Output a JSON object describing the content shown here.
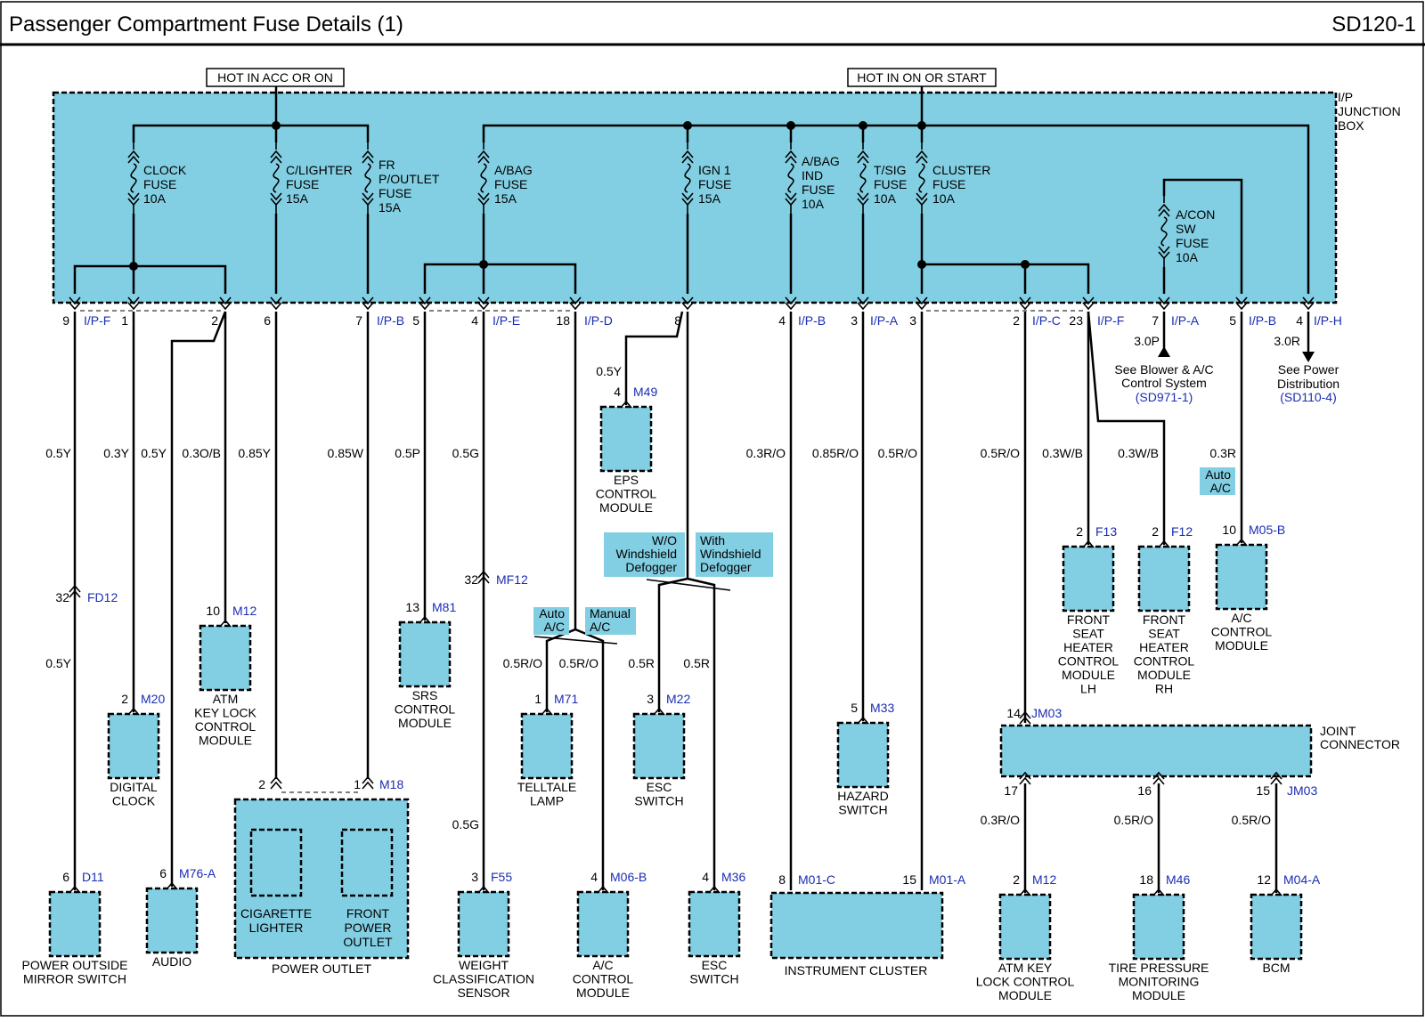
{
  "title": "Passenger Compartment Fuse Details (1)",
  "code": "SD120-1",
  "hot_labels": {
    "acc_on": "HOT IN ACC OR ON",
    "on_start": "HOT IN ON OR START"
  },
  "junction_box": [
    "I/P",
    "JUNCTION",
    "BOX"
  ],
  "joint_connector": [
    "JOINT",
    "CONNECTOR"
  ],
  "fuses": [
    {
      "id": "clock",
      "lines": [
        "CLOCK",
        "FUSE",
        "10A"
      ]
    },
    {
      "id": "clighter",
      "lines": [
        "C/LIGHTER",
        "FUSE",
        "15A"
      ]
    },
    {
      "id": "frpoutlet",
      "lines": [
        "FR",
        "P/OUTLET",
        "FUSE",
        "15A"
      ]
    },
    {
      "id": "abag",
      "lines": [
        "A/BAG",
        "FUSE",
        "15A"
      ]
    },
    {
      "id": "ign1",
      "lines": [
        "IGN 1",
        "FUSE",
        "15A"
      ]
    },
    {
      "id": "abagind",
      "lines": [
        "A/BAG",
        "IND",
        "FUSE",
        "10A"
      ]
    },
    {
      "id": "tsig",
      "lines": [
        "T/SIG",
        "FUSE",
        "10A"
      ]
    },
    {
      "id": "cluster",
      "lines": [
        "CLUSTER",
        "FUSE",
        "10A"
      ]
    },
    {
      "id": "acon",
      "lines": [
        "A/CON",
        "SW",
        "FUSE",
        "10A"
      ]
    }
  ],
  "pins": [
    {
      "n": "9",
      "c": "I/P-F"
    },
    {
      "n": "1",
      "c": ""
    },
    {
      "n": "2",
      "c": ""
    },
    {
      "n": "6",
      "c": ""
    },
    {
      "n": "7",
      "c": "I/P-B"
    },
    {
      "n": "5",
      "c": ""
    },
    {
      "n": "4",
      "c": "I/P-E"
    },
    {
      "n": "18",
      "c": "I/P-D"
    },
    {
      "n": "8",
      "c": ""
    },
    {
      "n": "4",
      "c": "I/P-B"
    },
    {
      "n": "3",
      "c": "I/P-A"
    },
    {
      "n": "3",
      "c": ""
    },
    {
      "n": "2",
      "c": "I/P-C"
    },
    {
      "n": "23",
      "c": "I/P-F"
    },
    {
      "n": "7",
      "c": "I/P-A"
    },
    {
      "n": "5",
      "c": "I/P-B"
    },
    {
      "n": "4",
      "c": "I/P-H"
    }
  ],
  "wires": [
    "0.5Y",
    "0.3Y",
    "0.5Y",
    "0.3O/B",
    "0.85Y",
    "0.85W",
    "0.5P",
    "0.5G",
    "0.5Y",
    "0.3R/O",
    "0.85R/O",
    "0.5R/O",
    "0.5R/O",
    "0.3W/B",
    "0.3W/B",
    "0.3R",
    "3.0P",
    "3.0R",
    "0.5Y",
    "0.5R/O",
    "0.5R/O",
    "0.5R",
    "0.5R",
    "0.5G",
    "0.3R/O",
    "0.5R/O",
    "0.5R/O"
  ],
  "inline": [
    {
      "n": "32",
      "c": "FD12"
    },
    {
      "n": "32",
      "c": "MF12"
    },
    {
      "n": "2",
      "c": ""
    },
    {
      "n": "1",
      "c": "M18"
    },
    {
      "n": "14",
      "c": "JM03"
    },
    {
      "n": "17",
      "c": ""
    },
    {
      "n": "16",
      "c": ""
    },
    {
      "n": "15",
      "c": "JM03"
    }
  ],
  "components": [
    {
      "id": "m49",
      "n": "4",
      "c": "M49",
      "lines": [
        "EPS",
        "CONTROL",
        "MODULE"
      ]
    },
    {
      "id": "m12a",
      "n": "10",
      "c": "M12",
      "lines": [
        "ATM",
        "KEY LOCK",
        "CONTROL",
        "MODULE"
      ]
    },
    {
      "id": "m20",
      "n": "2",
      "c": "M20",
      "lines": [
        "DIGITAL",
        "CLOCK"
      ]
    },
    {
      "id": "m81",
      "n": "13",
      "c": "M81",
      "lines": [
        "SRS",
        "CONTROL",
        "MODULE"
      ]
    },
    {
      "id": "m71",
      "n": "1",
      "c": "M71",
      "lines": [
        "TELLTALE",
        "LAMP"
      ]
    },
    {
      "id": "m22",
      "n": "3",
      "c": "M22",
      "lines": [
        "ESC",
        "SWITCH"
      ]
    },
    {
      "id": "m33",
      "n": "5",
      "c": "M33",
      "lines": [
        "HAZARD",
        "SWITCH"
      ]
    },
    {
      "id": "f13",
      "n": "2",
      "c": "F13",
      "lines": [
        "FRONT",
        "SEAT",
        "HEATER",
        "CONTROL",
        "MODULE",
        "LH"
      ]
    },
    {
      "id": "f12",
      "n": "2",
      "c": "F12",
      "lines": [
        "FRONT",
        "SEAT",
        "HEATER",
        "CONTROL",
        "MODULE",
        "RH"
      ]
    },
    {
      "id": "m05b",
      "n": "10",
      "c": "M05-B",
      "lines": [
        "A/C",
        "CONTROL",
        "MODULE"
      ]
    },
    {
      "id": "d11",
      "n": "6",
      "c": "D11",
      "lines": [
        "POWER OUTSIDE",
        "MIRROR SWITCH"
      ]
    },
    {
      "id": "m76a",
      "n": "6",
      "c": "M76-A",
      "lines": [
        "AUDIO"
      ]
    },
    {
      "id": "f55",
      "n": "3",
      "c": "F55",
      "lines": [
        "WEIGHT",
        "CLASSIFICATION",
        "SENSOR"
      ]
    },
    {
      "id": "m06b",
      "n": "4",
      "c": "M06-B",
      "lines": [
        "A/C",
        "CONTROL",
        "MODULE"
      ]
    },
    {
      "id": "m36",
      "n": "4",
      "c": "M36",
      "lines": [
        "ESC",
        "SWITCH"
      ]
    },
    {
      "id": "m12b",
      "n": "2",
      "c": "M12",
      "lines": [
        "ATM KEY",
        "LOCK CONTROL",
        "MODULE"
      ]
    },
    {
      "id": "m46",
      "n": "18",
      "c": "M46",
      "lines": [
        "TIRE PRESSURE",
        "MONITORING",
        "MODULE"
      ]
    },
    {
      "id": "m04a",
      "n": "12",
      "c": "M04-A",
      "lines": [
        "BCM"
      ]
    }
  ],
  "cluster": {
    "pins": [
      {
        "n": "8",
        "c": "M01-C"
      },
      {
        "n": "15",
        "c": "M01-A"
      }
    ],
    "label": "INSTRUMENT CLUSTER"
  },
  "power_outlet": {
    "label": "POWER OUTLET",
    "left": [
      "CIGARETTE",
      "LIGHTER"
    ],
    "right": [
      "FRONT",
      "POWER",
      "OUTLET"
    ]
  },
  "notes": {
    "wo": [
      "W/O",
      "Windshield",
      "Defogger"
    ],
    "with": [
      "With",
      "Windshield",
      "Defogger"
    ],
    "auto1": [
      "Auto",
      "A/C"
    ],
    "manual": [
      "Manual",
      "A/C"
    ],
    "auto2": [
      "Auto",
      "A/C"
    ]
  },
  "refs": {
    "blower": [
      "See Blower & A/C",
      "Control System",
      "(SD971-1)"
    ],
    "power": [
      "See Power",
      "Distribution",
      "(SD110-4)"
    ]
  }
}
